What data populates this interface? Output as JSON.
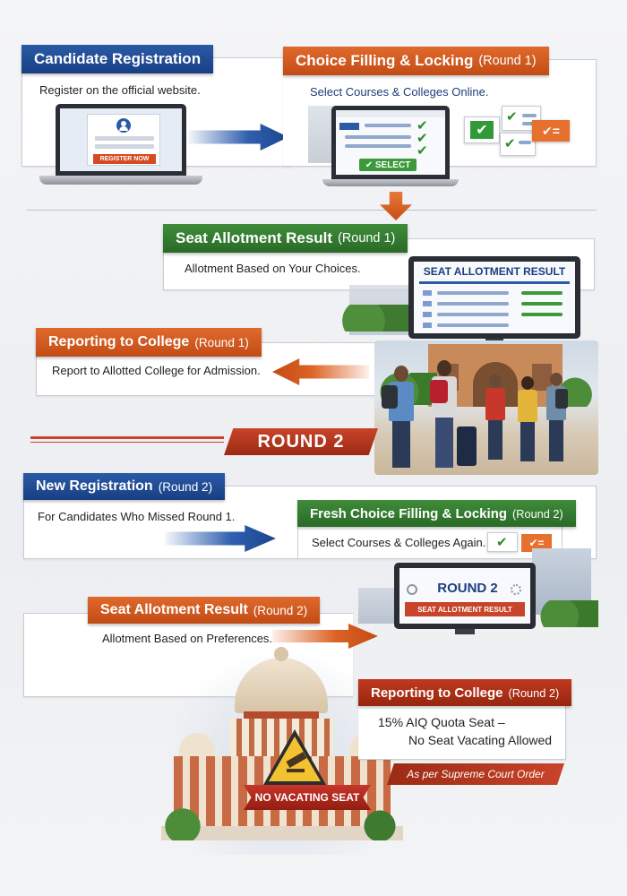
{
  "steps": {
    "candidate_registration": {
      "title": "Candidate Registration",
      "desc": "Register on the official website.",
      "button": "REGISTER NOW"
    },
    "choice_filling_r1": {
      "title": "Choice Filling & Locking",
      "round": "(Round 1)",
      "desc": "Select Courses & Colleges Online.",
      "button": "SELECT"
    },
    "seat_allotment_r1": {
      "title": "Seat Allotment Result",
      "round": "(Round 1)",
      "desc": "Allotment Based on Your Choices.",
      "screen_title": "SEAT ALLOTMENT RESULT"
    },
    "reporting_r1": {
      "title": "Reporting to College",
      "round": "(Round 1)",
      "desc": "Report to Allotted College for Admission."
    },
    "round2_banner": "ROUND 2",
    "new_registration_r2": {
      "title": "New Registration",
      "round": "(Round 2)",
      "desc": "For Candidates Who Missed Round 1."
    },
    "fresh_choice_r2": {
      "title": "Fresh Choice Filling & Locking",
      "round": "(Round 2)",
      "desc": "Select Courses & Colleges Again."
    },
    "seat_allotment_r2": {
      "title": "Seat Allotment Result",
      "round": "(Round 2)",
      "desc": "Allotment Based on Preferences.",
      "screen_title": "ROUND 2",
      "screen_subtitle": "SEAT ALLOTMENT RESULT"
    },
    "reporting_r2": {
      "title": "Reporting to College",
      "round": "(Round 2)",
      "desc_line1": "15% AIQ Quota Seat –",
      "desc_line2": "No Seat Vacating Allowed",
      "court_note": "As per Supreme Court Order",
      "ribbon": "NO VACATING SEAT"
    }
  },
  "colors": {
    "blue": "#1f4d97",
    "orange": "#d45a1f",
    "green": "#347d31",
    "red": "#b5301a"
  }
}
